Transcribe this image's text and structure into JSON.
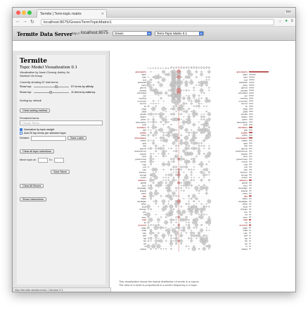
{
  "browser": {
    "tab_title": "Termite | Term-topic matrix",
    "user_badge": "ten",
    "url": "localhost:8075/Green/TermTopicMatrix1"
  },
  "header": {
    "brand": "Termite Data Server",
    "prefix": "http://",
    "host": "localhost:8075",
    "dataset": "Green",
    "view": "Term-Topic Matrix 0.1"
  },
  "panel": {
    "title": "Termite",
    "subtitle": "Topic Model Visualization 0.1",
    "credit_line1": "Visualization by Jason Chuang, Ashley Jin",
    "credit_line2": "Stanford Vis Group",
    "showing": "Currently showing 67 total terms.",
    "show_top_label": "Show top:",
    "show_top_value": "57 terms by affinity.",
    "show_top2_label": "Show top:",
    "show_top2_value": "11 terms by saliency.",
    "sorting_label": "Sorting by: default",
    "clear_sorting": "Clear sorting method",
    "persistent_label": "Persistent terms",
    "persistent_placeholder": "Choose Terms...",
    "normalize_label": "Normalize by topic weight",
    "add_top_label": "Add 20 top terms per selected topic",
    "relabel_label": "Relabel:",
    "save_label": "Save Label",
    "clear_topic": "Clear all topic selections",
    "move_topic_label": "Move topic at:",
    "to_label": "To:",
    "save_move": "Save Move",
    "clear_moves": "Clear All Moves",
    "show_instructions": "Show Instructions"
  },
  "topics": [
    "1",
    "2",
    "3",
    "4",
    "5",
    "6",
    "7",
    "8",
    "9",
    "10",
    "11",
    "12",
    "13",
    "14",
    "15",
    "16",
    "17",
    "18",
    "19",
    "20",
    "21",
    "22",
    "23",
    "24",
    "25"
  ],
  "terms": [
    "greenparty",
    "2007",
    "start",
    "end",
    "elizabeth",
    "party",
    "greens",
    "canada",
    "submitted",
    "per",
    "meeting",
    "comment",
    "storms",
    "bc",
    "ralgs",
    "2008",
    "people",
    "20prm",
    "green",
    "association",
    "post",
    "members",
    "pdp",
    "public",
    "policy",
    "information",
    "leader",
    "april",
    "mar",
    "greens",
    "westerchove",
    "august",
    "june",
    "government",
    "march",
    "may",
    "july",
    "vote",
    "election",
    "energy",
    "centre",
    "address",
    "global",
    "hour",
    "campaign",
    "federal",
    "party",
    "day",
    "share",
    "candidate",
    "office",
    "local",
    "change",
    "one",
    "ms",
    "seen",
    "mail",
    "air",
    "account",
    "page",
    "what",
    "man",
    "well",
    "hat",
    "hot",
    "set",
    "fo",
    "ottawa"
  ],
  "highlighted": [
    "greenparty",
    "members",
    "public",
    "information",
    "address",
    "day",
    "mail",
    "account"
  ],
  "right_bars": [
    1.0,
    0.35,
    0.3,
    0.28,
    0.27,
    0.27,
    0.26,
    0.26,
    0.25,
    0.24,
    0.23,
    0.22,
    0.22,
    0.22,
    0.21,
    0.21,
    0.2,
    0.2,
    0.2,
    0.19,
    0.19,
    0.18,
    0.18,
    0.18,
    0.18,
    0.18,
    0.17,
    0.17,
    0.17,
    0.16,
    0.16,
    0.16,
    0.16,
    0.16,
    0.15,
    0.15,
    0.15,
    0.15,
    0.15,
    0.14,
    0.14,
    0.14,
    0.14,
    0.14,
    0.14,
    0.13,
    0.13,
    0.13,
    0.13,
    0.13,
    0.12,
    0.12,
    0.12,
    0.12,
    0.12,
    0.12,
    0.11,
    0.11,
    0.11,
    0.11,
    0.11,
    0.1,
    0.1,
    0.1,
    0.1,
    0.1,
    0.1,
    0.1,
    0.1
  ],
  "caption_line1": "This visualization shows the topical distribution of words in a corpus.",
  "caption_line2": "The area of a circle is proportional to a word's frequency in a topic.",
  "status": "http://termite.stanford.edu | Version 0.1"
}
